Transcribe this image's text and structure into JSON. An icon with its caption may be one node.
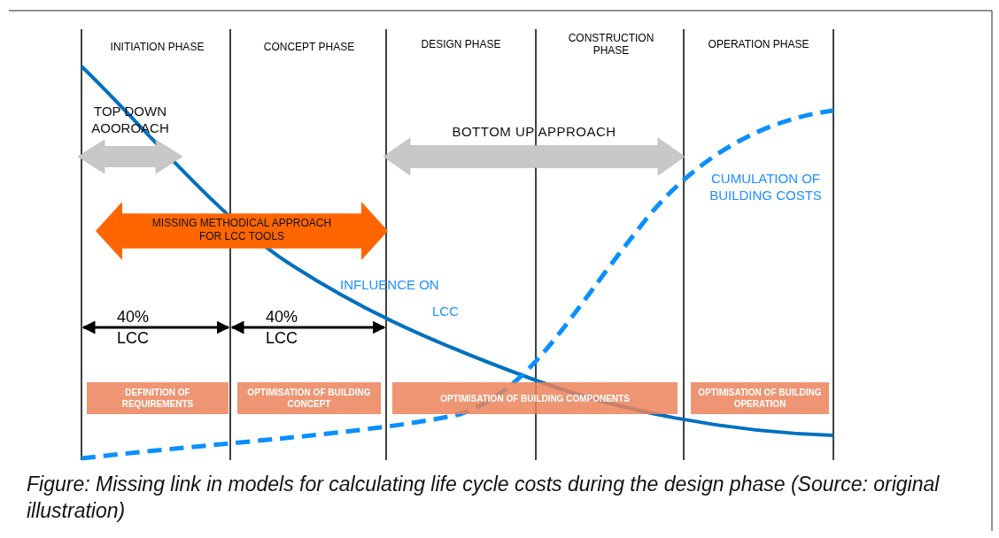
{
  "diagram": {
    "caption": "Figure: Missing link in models for calculating life cycle costs during the design phase (Source: original illustration)",
    "nodes": [
      {
        "text": [
          "TOP DOWN AOOROACH"
        ]
      },
      {
        "text": [
          "BOTTOM UP APPROACH"
        ]
      },
      {
        "text": [
          "MISSING METHODICAL APPROACH FOR LCC TOOLS"
        ]
      },
      {
        "text": [
          "DEFINITION OF REQUIREMENTS"
        ]
      },
      {
        "text": [
          "OPTIMISATION OF BUILDING CONCEPT"
        ]
      },
      {
        "text": [
          "OPTIMISATION OF BUILDING COMPONENTS"
        ]
      },
      {
        "text": [
          "OPTIMISATION OF BUILDING OPERATION"
        ]
      }
    ],
    "labels": [
      "INITIATION PHASE",
      "CONCEPT PHASE",
      "DESIGN PHASE",
      "CONSTRUCTION PHASE",
      "OPERATION PHASE",
      "CUMULATION OF BUILDING COSTS",
      "INFLUENCE ON",
      "LCC",
      "40% LCC",
      "40% LCC"
    ]
  }
}
